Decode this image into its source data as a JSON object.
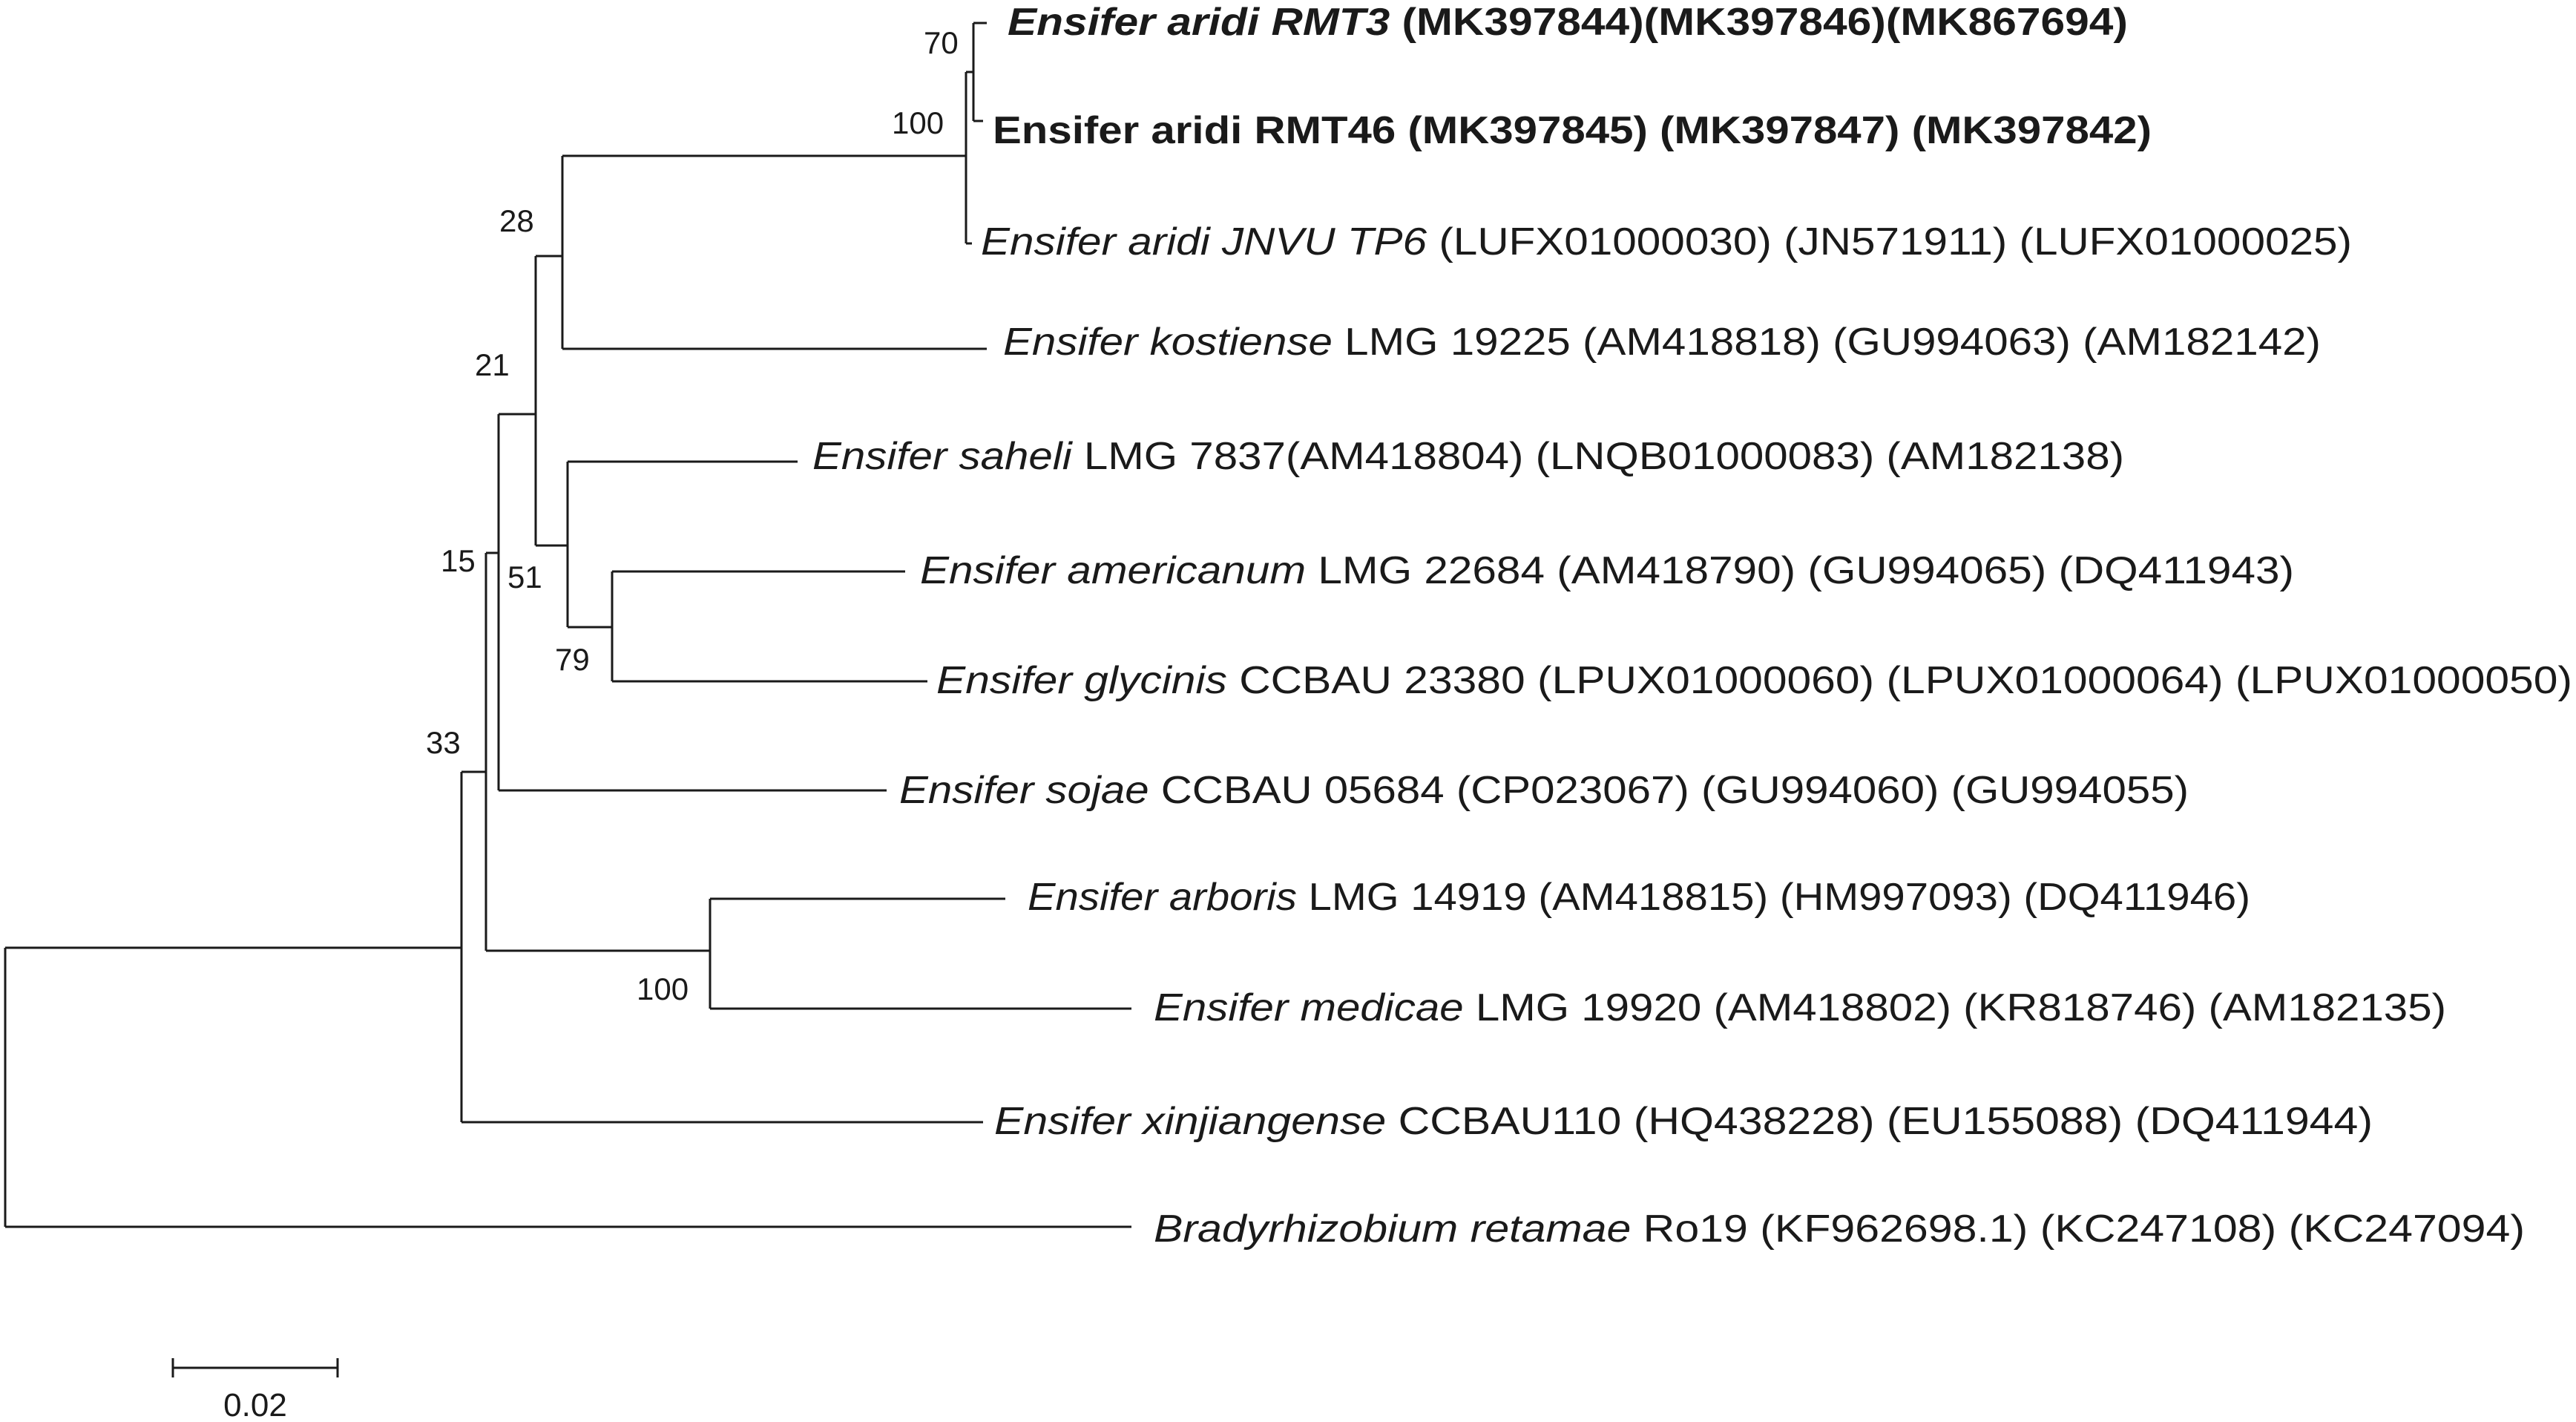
{
  "leaves": [
    {
      "name": "Ensifer aridi RMT3",
      "accessions": "(MK397844)(MK397846)(MK867694)",
      "bold": true
    },
    {
      "name": "Ensifer aridi",
      "strain": "RMT46",
      "accessions": "(MK397845) (MK397847) (MK397842)",
      "bold": true,
      "italic_name_only": false
    },
    {
      "name": "Ensifer aridi JNVU TP6",
      "accessions": "(LUFX01000030) (JN571911) (LUFX01000025)",
      "bold": false
    },
    {
      "name": "Ensifer kostiense",
      "strain": "LMG 19225",
      "accessions": "(AM418818) (GU994063) (AM182142)",
      "bold": false
    },
    {
      "name": "Ensifer saheli",
      "strain": "LMG 7837",
      "accessions": "(AM418804) (LNQB01000083) (AM182138)",
      "bold": false
    },
    {
      "name": "Ensifer americanum",
      "strain": "LMG 22684",
      "accessions": "(AM418790) (GU994065) (DQ411943)",
      "bold": false
    },
    {
      "name": "Ensifer glycinis",
      "strain": "CCBAU 23380",
      "accessions": "(LPUX01000060) (LPUX01000064) (LPUX01000050)",
      "bold": false
    },
    {
      "name": "Ensifer sojae",
      "strain": "CCBAU 05684",
      "accessions": "(CP023067) (GU994060)  (GU994055)",
      "bold": false
    },
    {
      "name": "Ensifer arboris",
      "strain": "LMG 14919",
      "accessions": "(AM418815) (HM997093) (DQ411946)",
      "bold": false
    },
    {
      "name": "Ensifer medicae",
      "strain": "LMG 19920",
      "accessions": "(AM418802) (KR818746) (AM182135)",
      "bold": false
    },
    {
      "name": "Ensifer xinjiangense",
      "strain": "CCBAU110",
      "accessions": "(HQ438228) (EU155088) (DQ411944)",
      "bold": false
    },
    {
      "name": "Bradyrhizobium retamae",
      "strain": "Ro19",
      "accessions": "(KF962698.1) (KC247108) (KC247094)",
      "bold": false
    }
  ],
  "bootstrap": [
    "70",
    "100",
    "28",
    "21",
    "51",
    "79",
    "15",
    "33",
    "100"
  ],
  "scale_bar": {
    "label": "0.02"
  }
}
